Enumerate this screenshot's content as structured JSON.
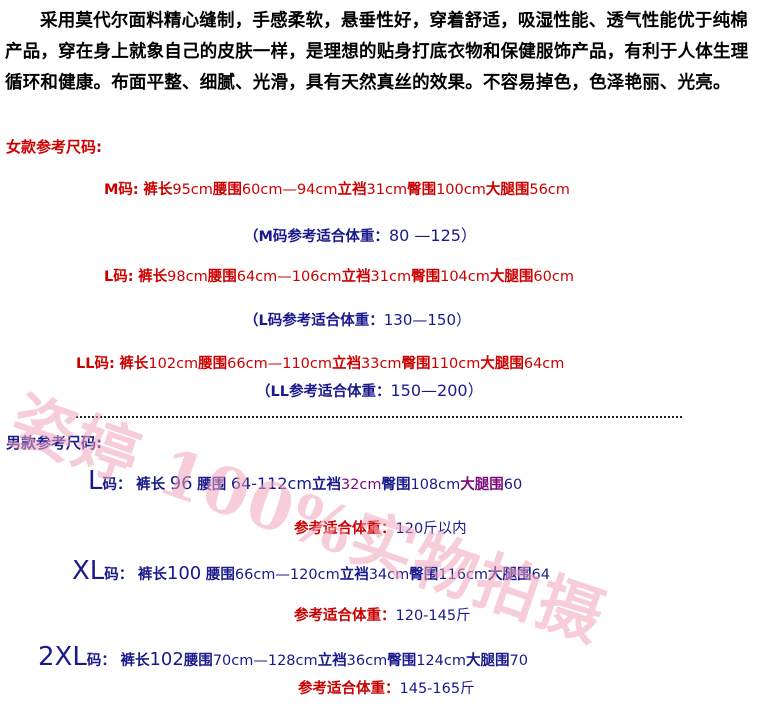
{
  "intro": "采用莫代尔面料精心缝制，手感柔软，悬垂性好，穿着舒适，吸湿性能、透气性能优于纯棉产品，穿在身上就象自己的皮肤一样，是理想的贴身打底衣物和保健服饰产品，有利于人体生理循环和健康。布面平整、细腻、光滑，具有天然真丝的效果。不容易掉色，色泽艳丽、光亮。",
  "women": {
    "heading": "女款参考尺码:",
    "rows": [
      {
        "size": "M码:",
        "k_l": "裤长",
        "k_v": "95cm",
        "w_l": "腰围",
        "w_v": "60cm—94cm",
        "r_l": "立裆",
        "r_v": "31cm",
        "h_l": "臀围",
        "h_v": "100cm",
        "t_l": "大腿围",
        "t_v": "56cm",
        "weight_label": "（M码参考适合体重：",
        "weight_value": "80 —125）"
      },
      {
        "size": "L码:",
        "k_l": "裤长",
        "k_v": "98cm",
        "w_l": "腰围",
        "w_v": "64cm—106cm",
        "r_l": "立裆",
        "r_v": "31cm",
        "h_l": "臀围",
        "h_v": "104cm",
        "t_l": "大腿围",
        "t_v": "60cm",
        "weight_label": "（L码参考适合体重：",
        "weight_value": "130—150）"
      },
      {
        "size": "LL码:",
        "k_l": "裤长",
        "k_v": "102cm",
        "w_l": "腰围",
        "w_v": "66cm—110cm",
        "r_l": "立裆",
        "r_v": "33cm",
        "h_l": "臀围",
        "h_v": "110cm",
        "t_l": "大腿围",
        "t_v": "64cm",
        "weight_label": "（LL参考适合体重：",
        "weight_value": "150—200）"
      }
    ]
  },
  "men": {
    "heading": "男款参考尺码:",
    "rows": [
      {
        "size": "L",
        "code": "码：",
        "k_l": "裤长",
        "k_v": "96",
        "w_l": "腰围",
        "w_v": "64-112cm",
        "r_l": "立裆",
        "r_v": "32cm",
        "h_l": "臀围",
        "h_v": "108cm",
        "t_l": "大腿围",
        "t_v": "60",
        "weight_label": "参考适合体重：",
        "weight_value": "120斤以内"
      },
      {
        "size": "XL",
        "code": "码：",
        "k_l": "裤长",
        "k_v": "100",
        "w_l": "腰围",
        "w_v": "66cm—120cm",
        "r_l": "立裆",
        "r_v": "34cm",
        "h_l": "臀围",
        "h_v": "116cm",
        "t_l": "大腿围",
        "t_v": "64",
        "weight_label": "参考适合体重：",
        "weight_value": "120-145斤"
      },
      {
        "size": "2XL",
        "code": "码：",
        "k_l": "裤长",
        "k_v": "102",
        "w_l": "腰围",
        "w_v": "70cm—128cm",
        "r_l": "立裆",
        "r_v": "36cm",
        "h_l": "臀围",
        "h_v": "124cm",
        "t_l": "大腿围",
        "t_v": "70",
        "weight_label": "参考适合体重：",
        "weight_value": "145-165斤"
      }
    ]
  },
  "watermark": "姿婷 100%实物拍摄",
  "colors": {
    "red": "#cc0000",
    "blue": "#1a1a8c",
    "watermark": "#f2a6bd"
  }
}
